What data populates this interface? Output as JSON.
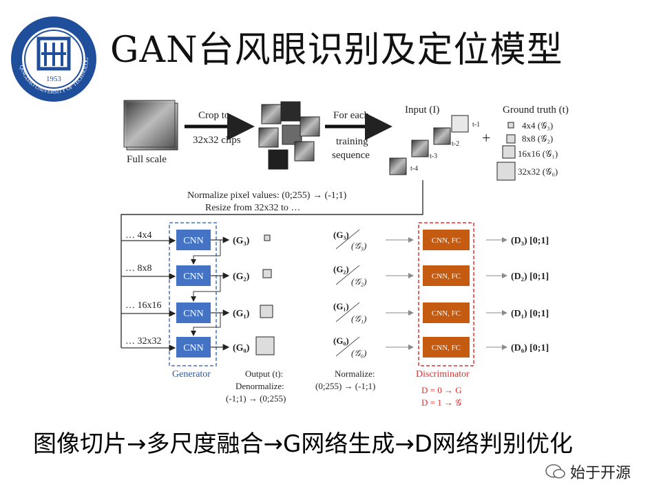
{
  "slide": {
    "title": "GAN台风眼识别及定位模型",
    "caption": "图像切片→多尺度融合→G网络生成→D网络判别优化",
    "watermark": "始于开源",
    "logo_year": "1953",
    "logo_text": "QINGDAO UNIVERSITY OF TECHNOLOGY"
  },
  "pipeline": {
    "full_scale": "Full scale",
    "crop_to": "Crop to",
    "clips": "32x32 clips",
    "for_each": "For each",
    "training": "training",
    "sequence": "sequence",
    "input": "Input (I)",
    "t1": "t-1",
    "t2": "t-2",
    "t3": "t-3",
    "t4": "t-4",
    "plus": "+",
    "ground_truth": "Ground truth (t)",
    "gt": [
      "4x4 (𝒢₃)",
      "8x8 (𝒢₂)",
      "16x16 (𝒢₁)",
      "32x32 (𝒢₀)"
    ],
    "normalize_pixel": "Normalize pixel values: (0;255) → (-1;1)",
    "resize": "Resize from 32x32 to …"
  },
  "model": {
    "scales": [
      "… 4x4",
      "… 8x8",
      "… 16x16",
      "… 32x32"
    ],
    "cnn": "CNN",
    "g_out": [
      "(G₃)",
      "(G₂)",
      "(G₁)",
      "(G₀)"
    ],
    "pair_g": [
      "(G₃)",
      "(G₂)",
      "(G₁)",
      "(G₀)"
    ],
    "pair_gt": [
      "(𝒢₃)",
      "(𝒢₂)",
      "(𝒢₁)",
      "(𝒢₀)"
    ],
    "disc_box": "CNN, FC",
    "d_out": [
      "(D₃) [0;1]",
      "(D₂) [0;1]",
      "(D₁) [0;1]",
      "(D₀) [0;1]"
    ],
    "generator": "Generator",
    "output_lines": [
      "Output (t):",
      "Denormalize:",
      "(-1;1) → (0;255)"
    ],
    "normalize_lines": [
      "Normalize:",
      "(0;255) → (-1;1)"
    ],
    "discriminator": "Discriminator",
    "d_rules": [
      "D = 0 → G",
      "D = 1 → 𝒢"
    ]
  },
  "colors": {
    "cnn_blue": "#4472C4",
    "disc_orange": "#C55A11",
    "red": "#E03030",
    "logo_blue": "#1F4E9A"
  }
}
